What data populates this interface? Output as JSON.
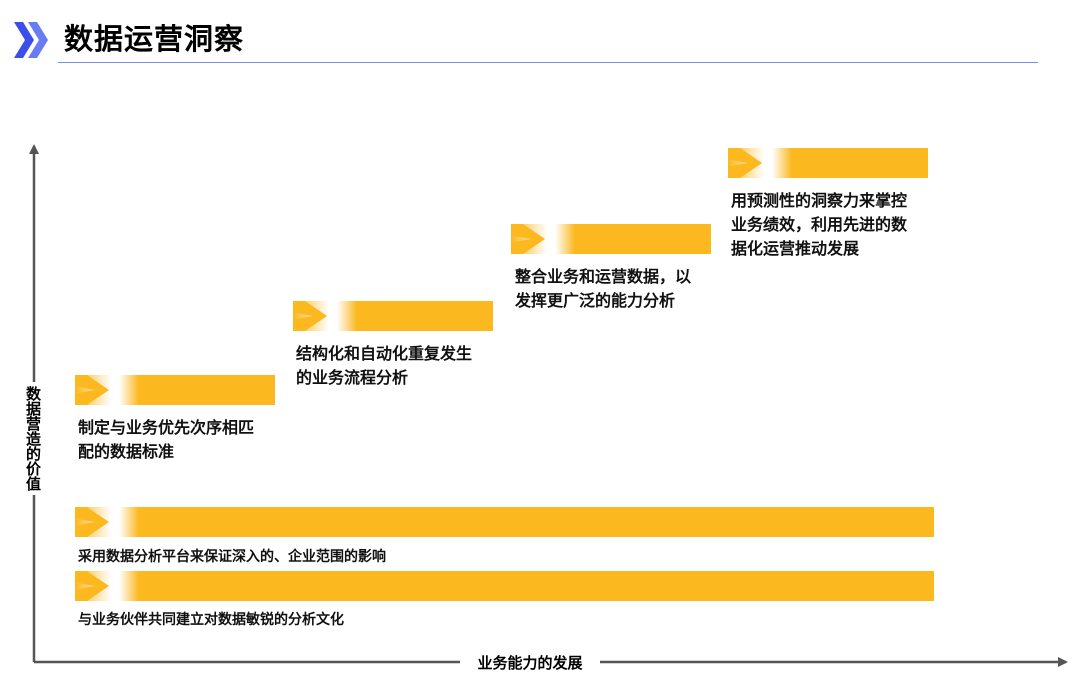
{
  "header": {
    "title": "数据运营洞察",
    "logo_icon": "double-chevron-right-icon",
    "accent_color": "#4a5cf0"
  },
  "diagram": {
    "bar_color": "#fbb81f",
    "y_axis_label": "数据营造的价值",
    "x_axis_label": "业务能力的发展",
    "steps": [
      {
        "lines": [
          "制定与业务优先次序相匹",
          "配的数据标准"
        ]
      },
      {
        "lines": [
          "结构化和自动化重复发生",
          "的业务流程分析"
        ]
      },
      {
        "lines": [
          "整合业务和运营数据，以",
          "发挥更广泛的能力分析"
        ]
      },
      {
        "lines": [
          "用预测性的洞察力来掌控",
          "业务绩效，利用先进的数",
          "据化运营推动发展"
        ]
      }
    ],
    "bands": [
      {
        "text": "采用数据分析平台来保证深入的、企业范围的影响"
      },
      {
        "text": "与业务伙伴共同建立对数据敏锐的分析文化"
      }
    ]
  }
}
